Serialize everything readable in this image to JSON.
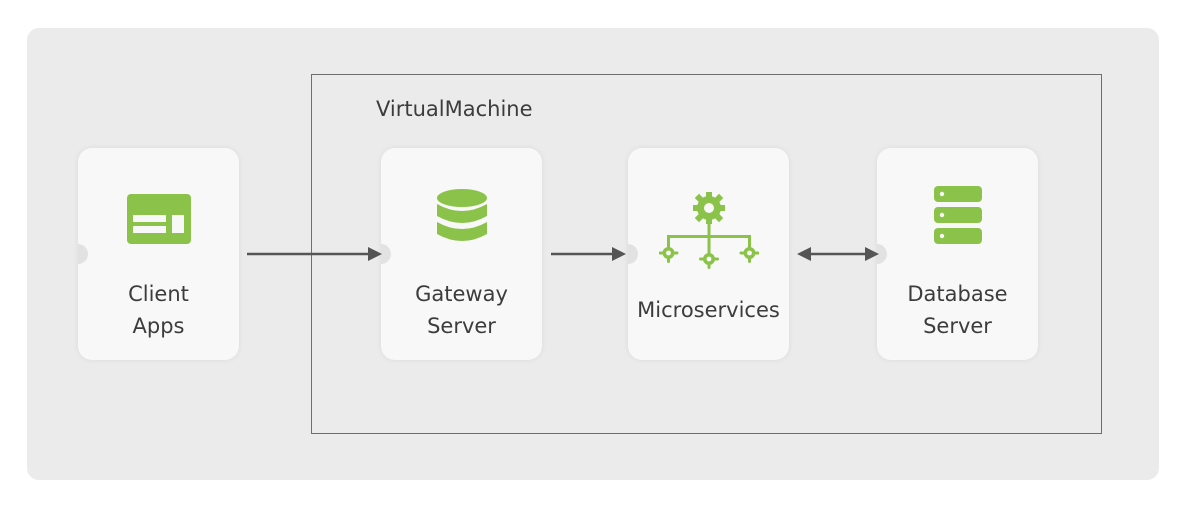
{
  "diagram": {
    "container_label": "VirtualMachine",
    "nodes": [
      {
        "id": "client",
        "lines": [
          "Client",
          "Apps"
        ],
        "icon": "browser-window-icon"
      },
      {
        "id": "gateway",
        "lines": [
          "Gateway",
          "Server"
        ],
        "icon": "database-icon"
      },
      {
        "id": "micro",
        "lines": [
          "Microservices"
        ],
        "icon": "gear-network-icon"
      },
      {
        "id": "db",
        "lines": [
          "Database",
          "Server"
        ],
        "icon": "server-stack-icon"
      }
    ],
    "edges": [
      {
        "from": "client",
        "to": "gateway",
        "direction": "forward"
      },
      {
        "from": "gateway",
        "to": "micro",
        "direction": "forward"
      },
      {
        "from": "micro",
        "to": "db",
        "direction": "both"
      }
    ]
  },
  "colors": {
    "accent": "#8bc34a",
    "arrow": "#555555",
    "text": "#3c3c3c"
  }
}
